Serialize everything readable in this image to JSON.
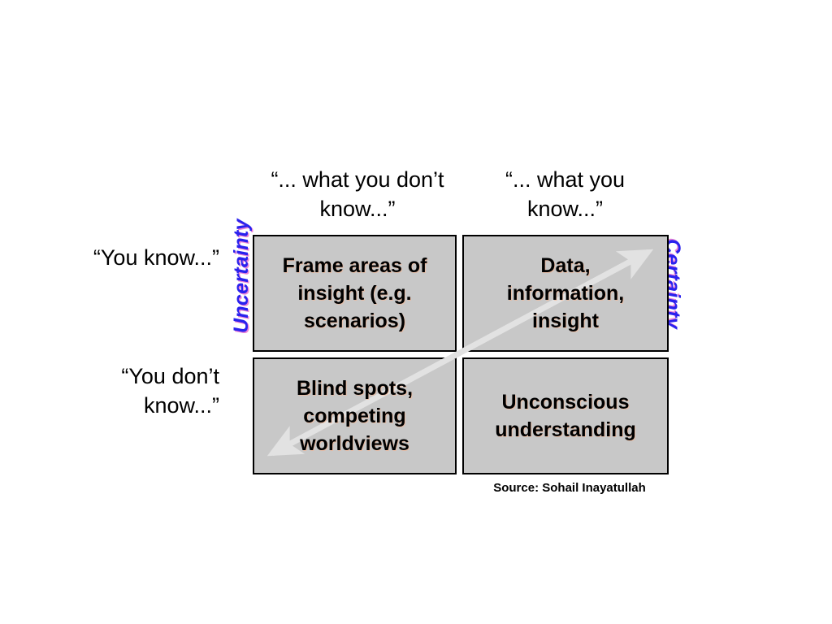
{
  "slide": {
    "background_color": "#ffffff",
    "accent_color": "#2a22ee",
    "shadow_accent_color": "#e65ac8",
    "cell_fill_color": "#c8c8c8",
    "cell_border_color": "#000000",
    "arrow_color": "#e2e2e2"
  },
  "column_headers": [
    {
      "label": "“... what you don’t\nknow...”"
    },
    {
      "label": "“... what you\nknow...”"
    }
  ],
  "row_labels": [
    {
      "label": "“You know...”"
    },
    {
      "label": "“You don’t\nknow...”"
    }
  ],
  "axes": {
    "left": {
      "label": "Uncertainty",
      "color": "#2a22ee"
    },
    "right": {
      "label": "Certainty",
      "color": "#2a22ee"
    }
  },
  "quadrants": [
    {
      "position": "top-left",
      "text": "Frame areas of\ninsight (e.g.\nscenarios)"
    },
    {
      "position": "top-right",
      "text": "Data,\ninformation,\ninsight"
    },
    {
      "position": "bottom-left",
      "text": "Blind spots,\ncompeting\nworldviews"
    },
    {
      "position": "bottom-right",
      "text": "Unconscious\nunderstanding"
    }
  ],
  "source": {
    "text": "Source: Sohail Inayatullah"
  },
  "chart_data": {
    "type": "table",
    "title": "",
    "xlabel": "",
    "ylabel": "",
    "columns": [
      "“... what you don’t know...”",
      "“... what you know...”"
    ],
    "rows": [
      "“You know...”",
      "“You don’t know...”"
    ],
    "cells": [
      [
        "Frame areas of insight (e.g. scenarios)",
        "Data, information, insight"
      ],
      [
        "Blind spots, competing worldviews",
        "Unconscious understanding"
      ]
    ],
    "annotations": [
      {
        "text": "Uncertainty",
        "position": "left-axis-vertical"
      },
      {
        "text": "Certainty",
        "position": "right-axis-vertical"
      },
      {
        "text": "double-headed diagonal arrow from bottom-left to top-right",
        "position": "diagonal"
      },
      {
        "text": "Source: Sohail Inayatullah",
        "position": "below-grid-right"
      }
    ],
    "legend": []
  }
}
